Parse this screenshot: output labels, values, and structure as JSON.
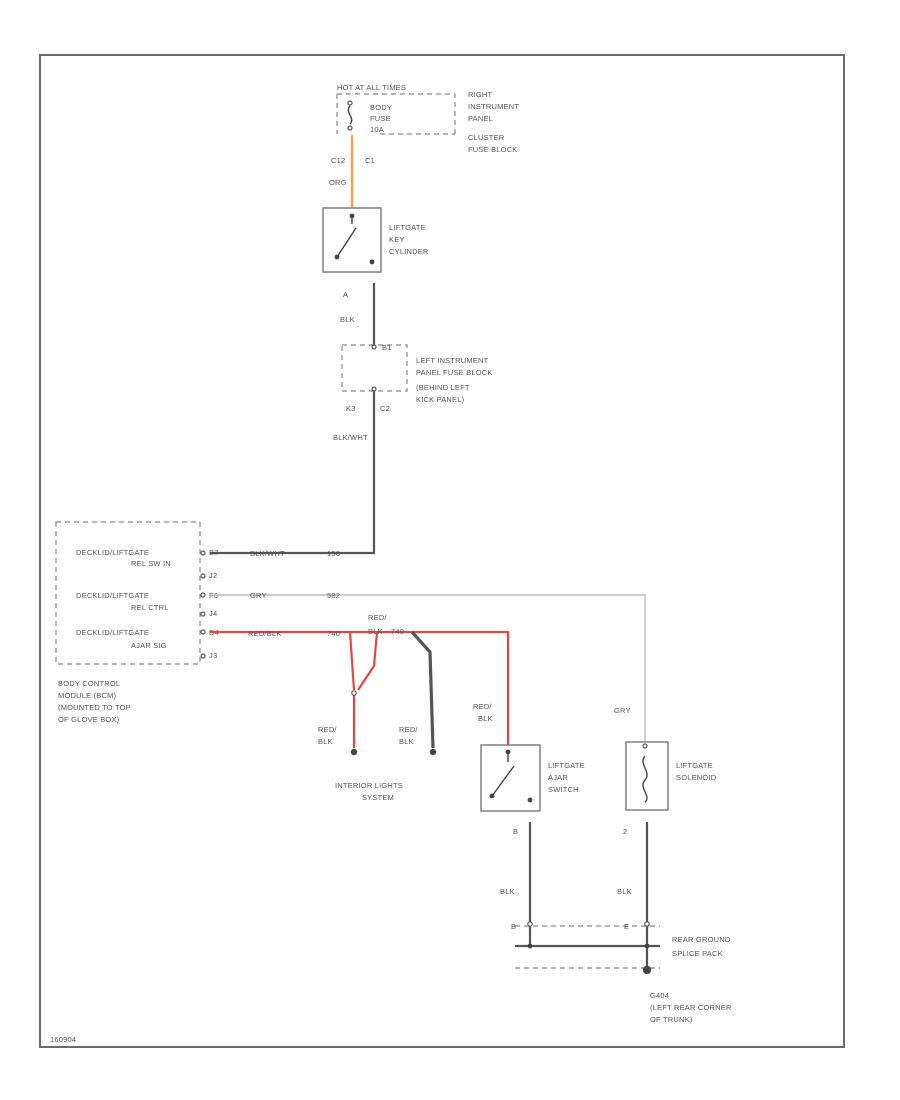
{
  "fuse_block": {
    "hot_label": "HOT AT ALL TIMES",
    "fuse_name": [
      "BODY",
      "FUSE",
      "10A"
    ],
    "location": [
      "RIGHT",
      "INSTRUMENT",
      "PANEL",
      "CLUSTER",
      "FUSE BLOCK"
    ],
    "connector_left": "C12",
    "connector_right": "C1",
    "wire_color": "ORG"
  },
  "key_cylinder": {
    "name": [
      "LIFTGATE",
      "KEY",
      "CYLINDER"
    ],
    "pin": "A",
    "wire_color": "BLK"
  },
  "left_fuse_block": {
    "name": [
      "LEFT INSTRUMENT",
      "PANEL FUSE BLOCK",
      "(BEHIND LEFT",
      "KICK PANEL)"
    ],
    "pin_top": "B1",
    "pin_left": "K3",
    "pin_right": "C2",
    "wire_color": "BLK/WHT"
  },
  "bcm": {
    "rows": [
      {
        "label": "DECKLID/LIFTGATE",
        "sub": "REL SW IN",
        "pin": "B7"
      },
      {
        "label": "",
        "sub": "",
        "pin": "J2"
      },
      {
        "label": "DECKLID/LIFTGATE",
        "sub": "REL CTRL",
        "pin": "F6"
      },
      {
        "label": "",
        "sub": "",
        "pin": "J4"
      },
      {
        "label": "DECKLID/LIFTGATE",
        "sub": "AJAR SIG",
        "pin": "D4"
      },
      {
        "label": "",
        "sub": "",
        "pin": "J3"
      }
    ],
    "name": [
      "BODY CONTROL",
      "MODULE (BCM)",
      "(MOUNTED TO TOP",
      "OF GLOVE BOX)"
    ],
    "wire_relsw_color": "BLK/WHT",
    "wire_relsw_circuit": "156",
    "wire_relctrl_color": "GRY",
    "wire_relctrl_circuit": "582",
    "wire_ajar_color": "RED/BLK",
    "wire_ajar_circuit": "740"
  },
  "interior_lights": {
    "name": [
      "INTERIOR LIGHTS",
      "SYSTEM"
    ],
    "wire_left": [
      "RED/",
      "BLK"
    ],
    "wire_right": [
      "RED/",
      "BLK"
    ],
    "splice_label": [
      "RED/",
      "BLK"
    ],
    "splice_circuit": "740"
  },
  "ajar_switch": {
    "name": [
      "LIFTGATE",
      "AJAR",
      "SWITCH"
    ],
    "wire_in": [
      "RED/",
      "BLK"
    ],
    "pin": "B",
    "wire_out": "BLK"
  },
  "solenoid": {
    "name": [
      "LIFTGATE",
      "SOLENOID"
    ],
    "wire_in": "GRY",
    "pin": "2",
    "wire_out": "BLK"
  },
  "ground_pack": {
    "name": [
      "REAR GROUND",
      "SPLICE PACK"
    ],
    "pin_left": "B",
    "pin_right": "E"
  },
  "ground_point": {
    "id": "G404",
    "location": [
      "(LEFT REAR CORNER",
      "OF TRUNK)"
    ]
  },
  "figure_id": "160904"
}
